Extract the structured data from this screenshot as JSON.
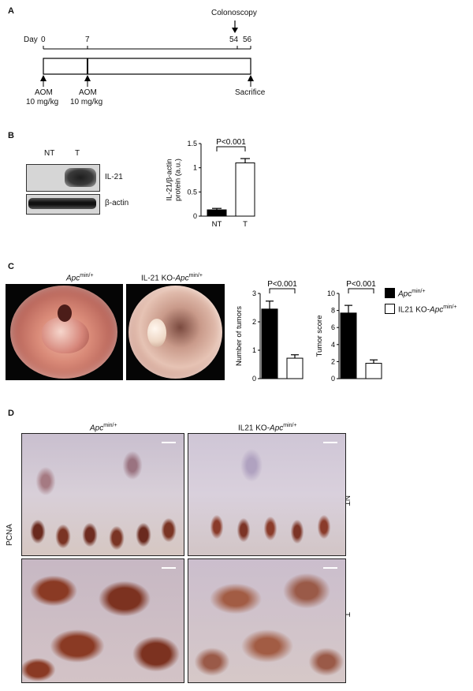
{
  "panels": {
    "a": "A",
    "b": "B",
    "c": "C",
    "d": "D"
  },
  "timeline": {
    "day_label": "Day",
    "ticks": [
      "0",
      "7",
      "54",
      "56"
    ],
    "colonoscopy": "Colonoscopy",
    "aom1": [
      "AOM",
      "10 mg/kg"
    ],
    "aom2": [
      "AOM",
      "10 mg/kg"
    ],
    "sacrifice": "Sacrifice"
  },
  "western": {
    "lanes": [
      "NT",
      "T"
    ],
    "bands": [
      "IL-21",
      "β-actin"
    ]
  },
  "chart_data": [
    {
      "type": "bar",
      "categories": [
        "NT",
        "T"
      ],
      "values": [
        0.13,
        1.1
      ],
      "errors": [
        0.03,
        0.09
      ],
      "ylabel": "IL-21/β-actin\nprotein (a.u.)",
      "ylim": [
        0,
        1.5
      ],
      "yticks": [
        "0",
        "0.5",
        "1",
        "1.5"
      ],
      "annotation": "P<0.001",
      "fills": [
        "#000000",
        "#ffffff"
      ]
    },
    {
      "type": "bar",
      "categories": [
        "",
        ""
      ],
      "values": [
        2.45,
        0.72
      ],
      "errors": [
        0.28,
        0.12
      ],
      "ylabel": "Number of tumors",
      "ylim": [
        0,
        3
      ],
      "yticks": [
        "0",
        "1",
        "2",
        "3"
      ],
      "annotation": "P<0.001",
      "fills": [
        "#000000",
        "#ffffff"
      ]
    },
    {
      "type": "bar",
      "categories": [
        "",
        ""
      ],
      "values": [
        7.7,
        1.8
      ],
      "errors": [
        0.9,
        0.4
      ],
      "ylabel": "Tumor score",
      "ylim": [
        0,
        10
      ],
      "yticks": [
        "0",
        "2",
        "4",
        "6",
        "8",
        "10"
      ],
      "annotation": "P<0.001",
      "fills": [
        "#000000",
        "#ffffff"
      ]
    }
  ],
  "legend": {
    "items": [
      {
        "prefix": "Apc",
        "sup": "min/+",
        "fill": "#000000"
      },
      {
        "prefix": "IL21 KO-",
        "italic": "Apc",
        "sup": "min/+",
        "fill": "#ffffff"
      }
    ]
  },
  "panel_c": {
    "title_left": {
      "italic": "Apc",
      "sup": "min/+"
    },
    "title_right": {
      "plain": "IL-21 KO-",
      "italic": "Apc",
      "sup": "min/+"
    }
  },
  "panel_d": {
    "title_left": {
      "italic": "Apc",
      "sup": "min/+"
    },
    "title_right": {
      "plain": "IL21 KO-",
      "italic": "Apc",
      "sup": "min/+"
    },
    "row_labels": [
      "NT",
      "T"
    ],
    "side_label": "PCNA"
  }
}
